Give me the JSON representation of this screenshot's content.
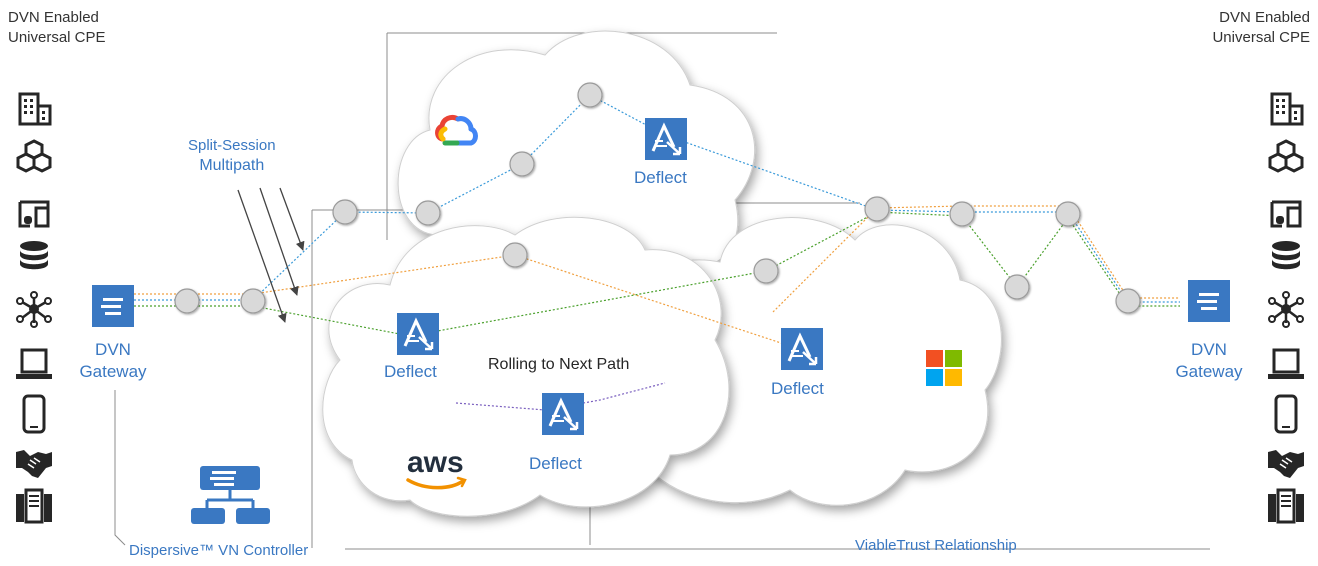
{
  "header": {
    "left_cpe": {
      "line1": "DVN Enabled",
      "line2": "Universal CPE"
    },
    "right_cpe": {
      "line1": "DVN Enabled",
      "line2": "Universal CPE"
    }
  },
  "split_session": {
    "line1": "Split-Session",
    "line2": "Multipath"
  },
  "gateways": {
    "left": {
      "line1": "DVN",
      "line2": "Gateway"
    },
    "right": {
      "line1": "DVN",
      "line2": "Gateway"
    }
  },
  "deflect_label": "Deflect",
  "rolling_label": "Rolling to Next Path",
  "controller_label": "Dispersive™ VN Controller",
  "viabletrust_label": "ViableTrust Relationship",
  "clouds": {
    "google": {
      "logo": "google-cloud-logo"
    },
    "aws": {
      "logo_text": "aws"
    },
    "microsoft": {
      "logo": "microsoft-logo"
    }
  },
  "device_icons": [
    "building-icon",
    "hexagon-network-icon",
    "devices-icon",
    "database-icon",
    "hub-network-icon",
    "laptop-icon",
    "smartphone-icon",
    "handshake-icon",
    "server-icon"
  ],
  "colors": {
    "accent": "#3a78c2",
    "path_orange": "#f0a040",
    "path_green": "#4aa02c",
    "path_blue": "#3a9ad9",
    "path_purple": "#7a5fbf",
    "node_fill": "#d9d9d9",
    "icon_dark": "#262626"
  }
}
